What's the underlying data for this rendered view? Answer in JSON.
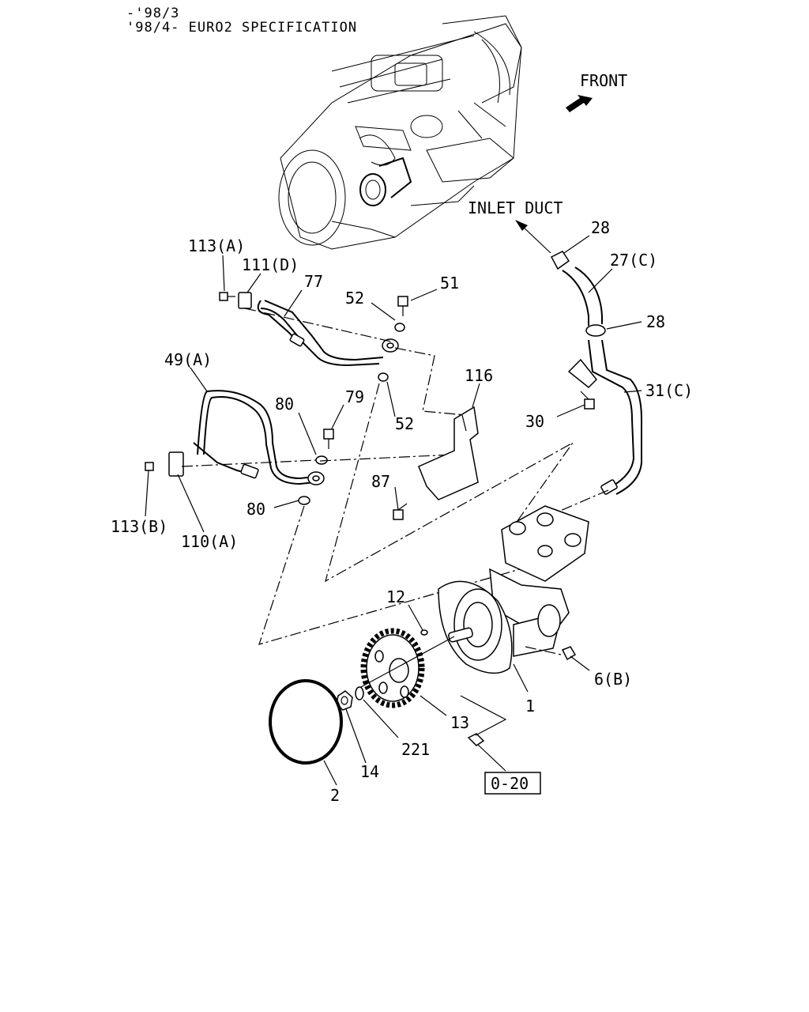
{
  "header": {
    "line1": "-'98/3",
    "line2": "'98/4- EURO2 SPECIFICATION"
  },
  "orientation": {
    "front_label": "FRONT",
    "inlet_label": "INLET DUCT"
  },
  "parts": {
    "p113a": "113(A)",
    "p111d": "111(D)",
    "p77": "77",
    "p52a": "52",
    "p51": "51",
    "p49a": "49(A)",
    "p80a": "80",
    "p79": "79",
    "p52b": "52",
    "p116": "116",
    "p113b": "113(B)",
    "p110a": "110(A)",
    "p80b": "80",
    "p87": "87",
    "p28a": "28",
    "p27c": "27(C)",
    "p28b": "28",
    "p31c": "31(C)",
    "p30": "30",
    "p12": "12",
    "p6b": "6(B)",
    "p1": "1",
    "p13": "13",
    "p221": "221",
    "p14": "14",
    "p2": "2"
  },
  "reference_box": "0-20"
}
